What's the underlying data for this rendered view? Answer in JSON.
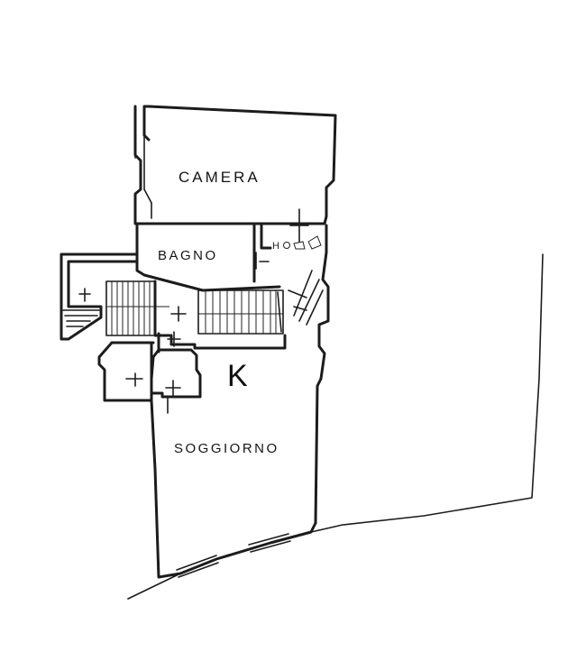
{
  "rooms": {
    "camera": "CAMERA",
    "bagno": "BAGNO",
    "soggiorno": "SOGGIORNO"
  },
  "marker": "K",
  "colors": {
    "ink": "#1c1c1c",
    "paper": "#ffffff"
  }
}
